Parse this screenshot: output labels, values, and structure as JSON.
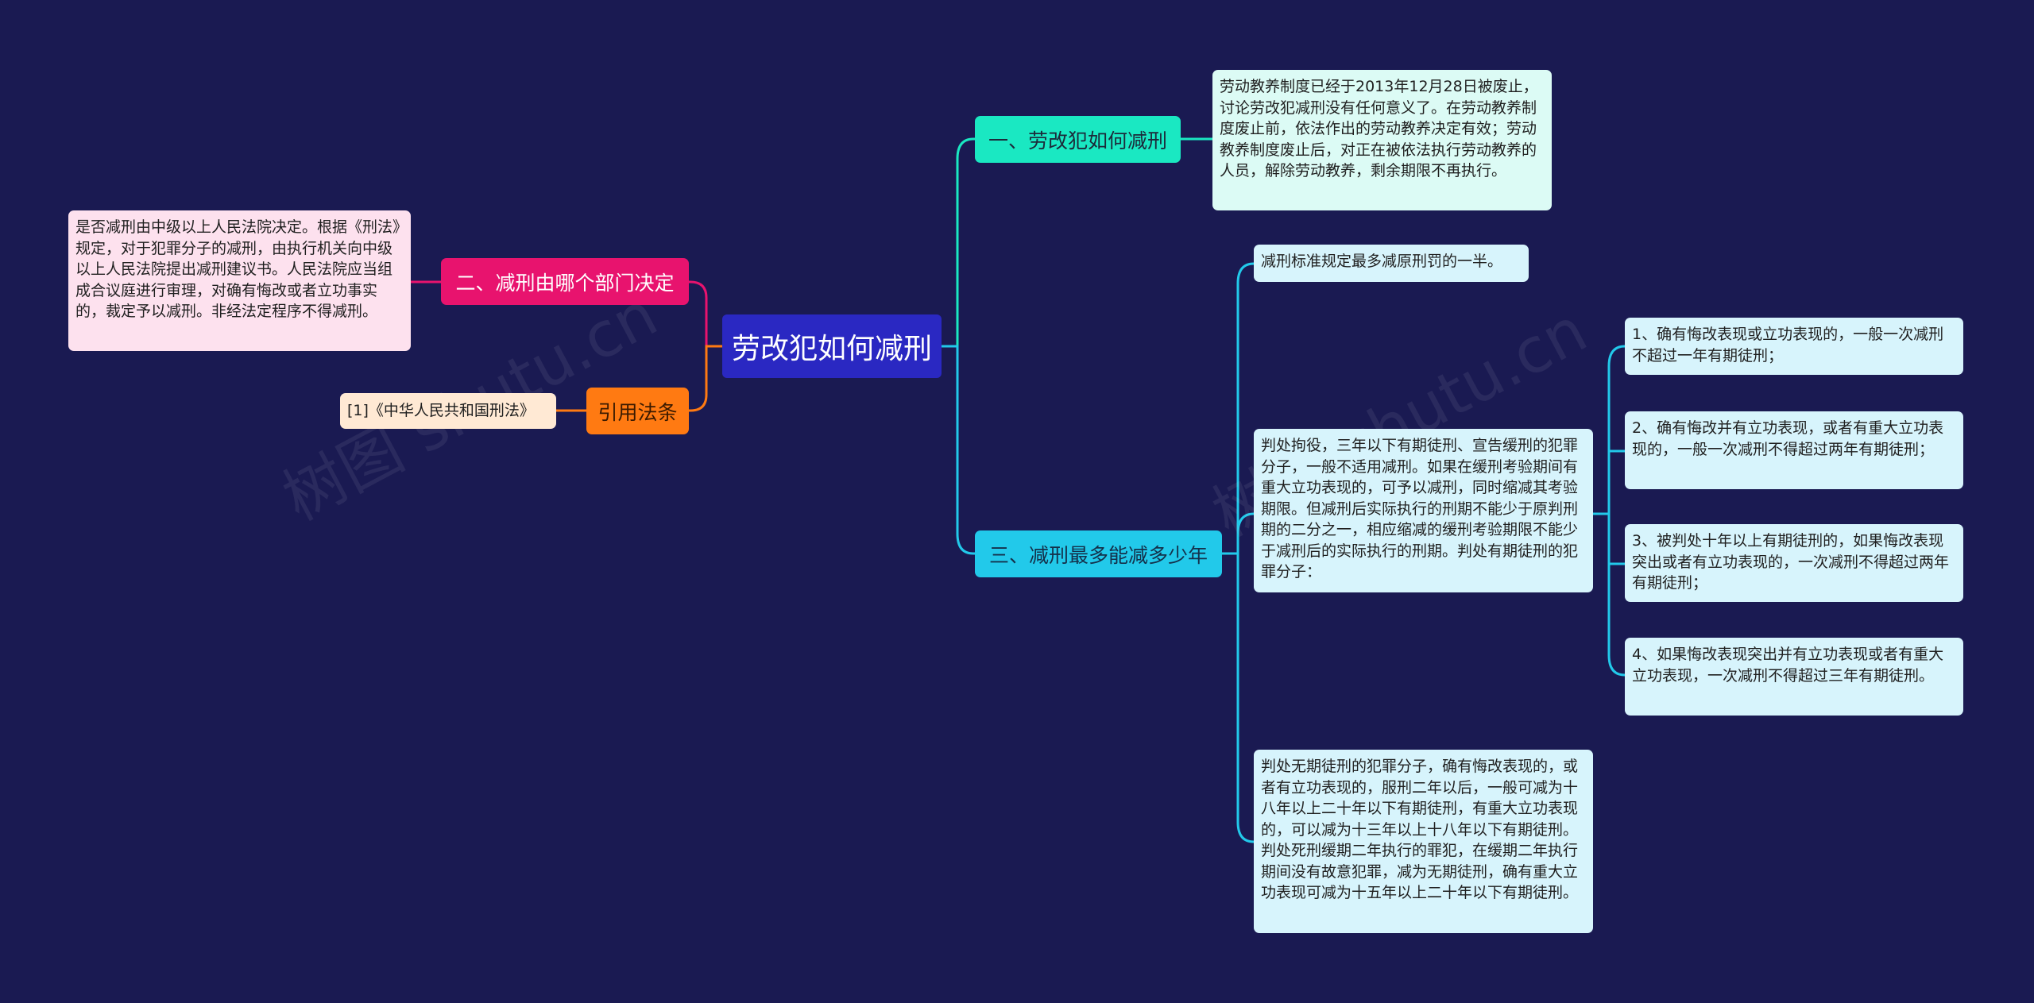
{
  "root": {
    "label": "劳改犯如何减刑"
  },
  "branches": {
    "b1": {
      "label": "一、劳改犯如何减刑"
    },
    "b2": {
      "label": "二、减刑由哪个部门决定"
    },
    "b3": {
      "label": "三、减刑最多能减多少年"
    },
    "b4": {
      "label": "引用法条"
    }
  },
  "leaves": {
    "b1_text": "劳动教养制度已经于2013年12月28日被废止，讨论劳改犯减刑没有任何意义了。在劳动教养制度废止前，依法作出的劳动教养决定有效；劳动教养制度废止后，对正在被依法执行劳动教养的人员，解除劳动教养，剩余期限不再执行。",
    "b2_text": "是否减刑由中级以上人民法院决定。根据《刑法》规定，对于犯罪分子的减刑，由执行机关向中级以上人民法院提出减刑建议书。人民法院应当组成合议庭进行审理，对确有悔改或者立功事实的，裁定予以减刑。非经法定程序不得减刑。",
    "b4_text": "[1]《中华人民共和国刑法》",
    "b3_a": "减刑标准规定最多减原刑罚的一半。",
    "b3_b": "判处拘役，三年以下有期徒刑、宣告缓刑的犯罪分子，一般不适用减刑。如果在缓刑考验期间有重大立功表现的，可予以减刑，同时缩减其考验期限。但减刑后实际执行的刑期不能少于原判刑期的二分之一，相应缩减的缓刑考验期限不能少于减刑后的实际执行的刑期。判处有期徒刑的犯罪分子：",
    "b3_c": "判处无期徒刑的犯罪分子，确有悔改表现的，或者有立功表现的，服刑二年以后，一般可减为十八年以上二十年以下有期徒刑，有重大立功表现的，可以减为十三年以上十八年以下有期徒刑。判处死刑缓期二年执行的罪犯，在缓期二年执行期间没有故意犯罪，减为无期徒刑，确有重大立功表现可减为十五年以上二十年以下有期徒刑。",
    "sub1": "1、确有悔改表现或立功表现的，一般一次减刑不超过一年有期徒刑；",
    "sub2": "2、确有悔改并有立功表现，或者有重大立功表现的，一般一次减刑不得超过两年有期徒刑；",
    "sub3": "3、被判处十年以上有期徒刑的，如果悔改表现突出或者有立功表现的，一次减刑不得超过两年有期徒刑；",
    "sub4": "4、如果悔改表现突出并有立功表现或者有重大立功表现，一次减刑不得超过三年有期徒刑。"
  },
  "watermark": "树图 shutu.cn",
  "colors": {
    "background": "#1a1a52",
    "root": "#2a28c2",
    "teal": "#1ae8c2",
    "cyan": "#22c9ea",
    "pink": "#e8136e",
    "orange": "#ff7a12"
  }
}
